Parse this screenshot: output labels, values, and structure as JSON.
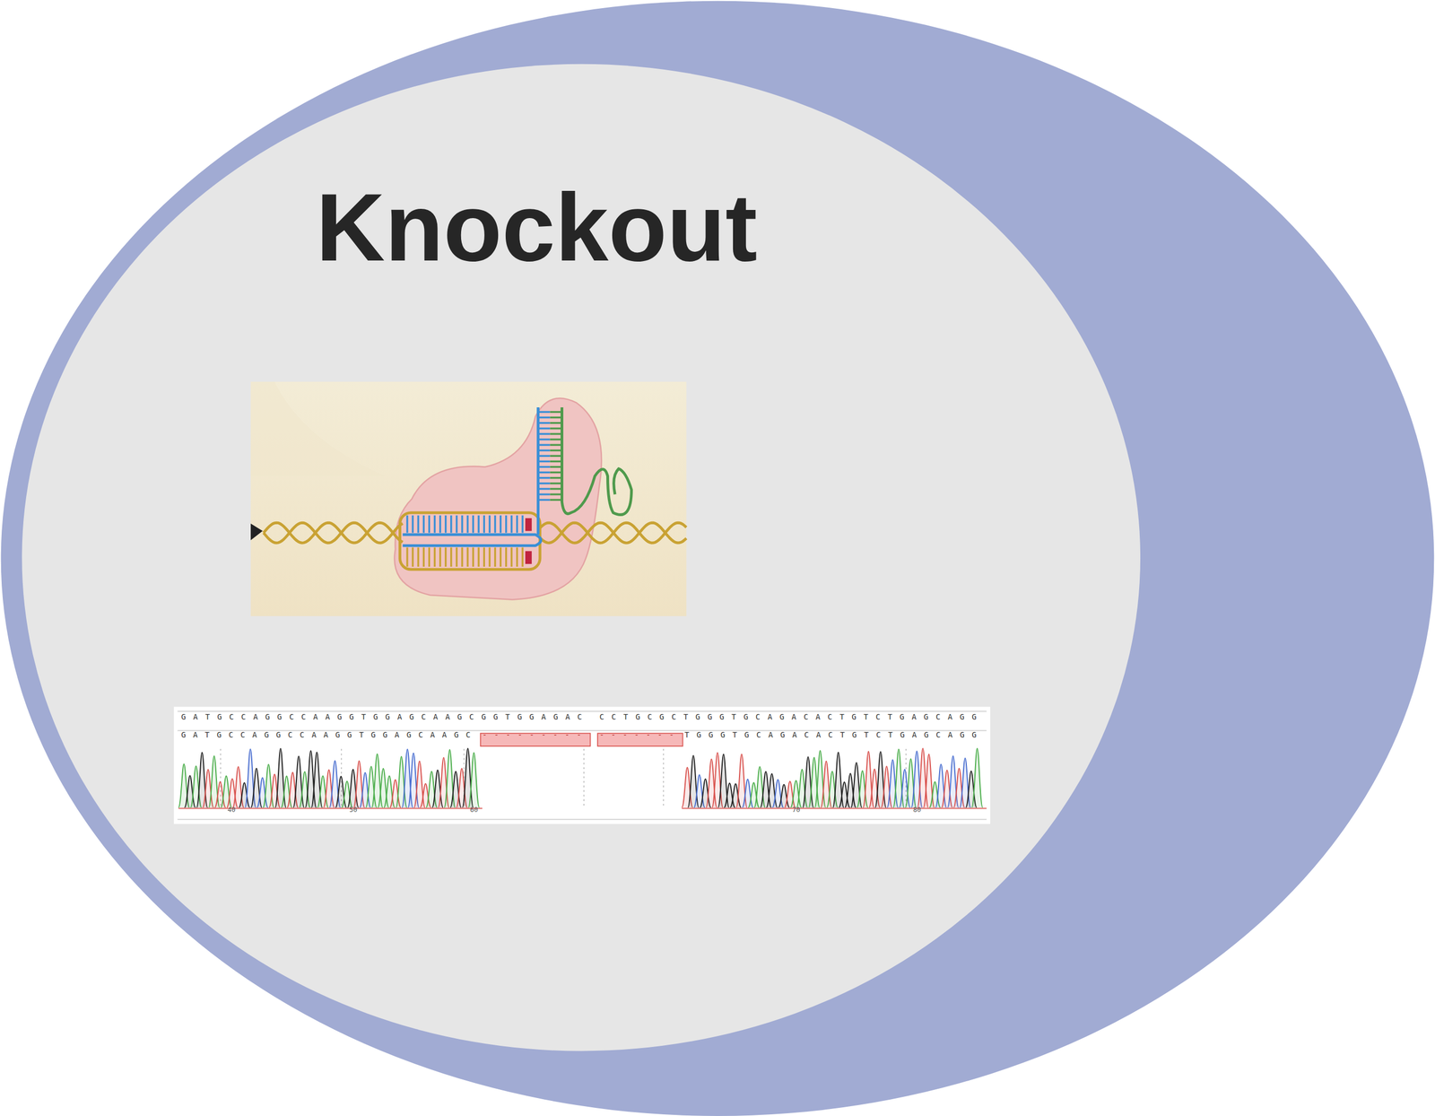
{
  "diagram": {
    "title": "Knockout",
    "labels": [
      "GATGCCAGGCCAAGGTGGAGCAAGCGGTGGAGAC",
      "CCTGCGCTGGGTGCAGACACTGTCTGAGCAGG",
      "GATGCCAGGCCAAGGTGGAGCAAGC",
      "---------",
      "-------",
      "TGGGTGCAGACACTGTCTGAGCAGG",
      "40",
      "50",
      "60",
      "70",
      "80"
    ]
  }
}
